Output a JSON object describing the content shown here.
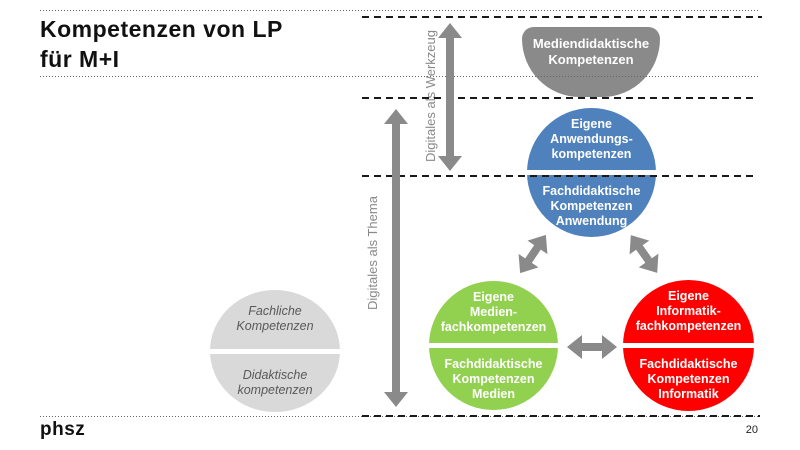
{
  "slide": {
    "title": "Kompetenzen von LP\nfür M+I",
    "logo": "phsz",
    "page_number": "20"
  },
  "axes": {
    "werkzeug_label": "Digitales als Werkzeug",
    "thema_label": "Digitales als Thema"
  },
  "bubbles": {
    "mediendidaktik": {
      "label": "Mediendidaktische\nKompetenzen",
      "fill": "#8a8a8a",
      "text": "#ffffff"
    },
    "anwendung": {
      "top": "Eigene\nAnwendungs-\nkompetenzen",
      "bottom": "Fachdidaktische\nKompetenzen\nAnwendung",
      "fill": "#4f81bd",
      "text": "#ffffff"
    },
    "medien": {
      "top": "Eigene\nMedien-\nfachkompetenzen",
      "bottom": "Fachdidaktische\nKompetenzen\nMedien",
      "fill": "#92d050",
      "text": "#ffffff"
    },
    "informatik": {
      "top": "Eigene\nInformatik-\nfachkompetenzen",
      "bottom": "Fachdidaktische\nKompetenzen\nInformatik",
      "fill": "#fe0000",
      "text": "#ffffff"
    },
    "allgemein": {
      "top": "Fachliche\nKompetenzen",
      "bottom": "Didaktische\nkompetenzen",
      "fill": "#d9d9d9",
      "text": "#595959"
    }
  },
  "colors": {
    "arrow": "#8a8a8a",
    "dash": "#1a1a1a",
    "dot": "#666666",
    "axis_label": "#8a8a8a",
    "title": "#111111"
  }
}
